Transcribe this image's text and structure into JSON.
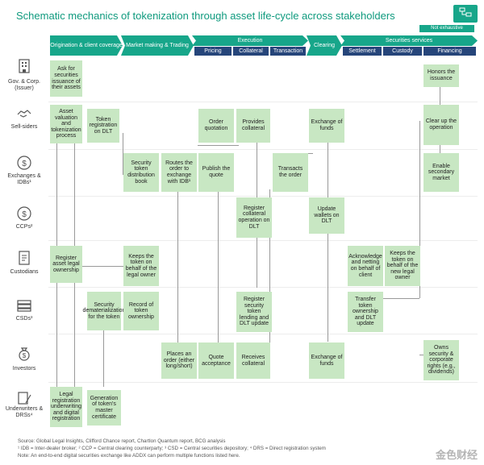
{
  "title": "Schematic mechanics of tokenization through asset life-cycle across stakeholders",
  "badge": "Not exhaustive",
  "stages": {
    "origination": "Origination & client coverage",
    "market_making": "Market making & Trading",
    "execution": "Execution",
    "pricing": "Pricing",
    "collateral": "Collateral",
    "transaction": "Transaction",
    "clearing": "Clearing",
    "securities_services": "Securities services",
    "settlement": "Settlement",
    "custody": "Custody",
    "financing": "Financing"
  },
  "rows": {
    "issuer": "Gov. & Corp. (Issuer)",
    "sell_siders": "Sell-siders",
    "exchanges": "Exchanges & IDBs¹",
    "ccps": "CCPs²",
    "custodians": "Custodians",
    "csds": "CSDs³",
    "investors": "Investors",
    "underwriters": "Underwriters & DRSs⁴"
  },
  "boxes": {
    "ask_securities": "Ask for securities issuance of their assets",
    "honors_issuance": "Honors the issuance",
    "asset_valuation": "Asset valuation and tokenization process",
    "token_registration": "Token registration on DLT",
    "order_quotation": "Order quotation",
    "provides_collateral": "Provides collateral",
    "exchange_funds_sell": "Exchange of funds",
    "clear_up": "Clear up the operation",
    "security_token_distribution": "Security token distribution book",
    "routes_order": "Routes the order to exchange with IDB¹",
    "publish_quote": "Publish the quote",
    "transacts_order": "Transacts the order",
    "enable_secondary": "Enable secondary market",
    "register_collateral": "Register collateral operation on DLT",
    "update_wallets": "Update wallets on DLT",
    "register_legal": "Register asset legal ownership",
    "keeps_token_legal": "Keeps the token on behalf of the legal owner",
    "acknowledge": "Acknowledge and netting on behalf of client",
    "keeps_token_new": "Keeps the token on behalf of the new legal owner",
    "security_dematerialization": "Security dematerialization for the token",
    "record_token": "Record of token ownership",
    "register_lending": "Register security token lending and DLT update",
    "transfer_token": "Transfer token ownership and DLT update",
    "places_order": "Places an order (either long/short)",
    "quote_acceptance": "Quote acceptance",
    "receives_collateral": "Receives collateral",
    "exchange_funds_inv": "Exchange of funds",
    "owns_security": "Owns security & corporate rights (e.g., dividends)",
    "legal_registration": "Legal registration underwriting and digital registration",
    "generation_certificate": "Generation of token's master certificate"
  },
  "footer": {
    "source": "Source: Global Legal Insights, Clifford Chance report, Chartlon Quantum report, BCG analysis",
    "abbrev": "¹ IDB = Inter-dealer broker; ² CCP = Central clearing counterparty; ³ CSD = Central securities depository; ⁴ DRS = Direct registration system",
    "note": "Note: An end-to-end digital securities exchange like ADDX can perform multiple functions listed here."
  },
  "watermark": "金色财经"
}
